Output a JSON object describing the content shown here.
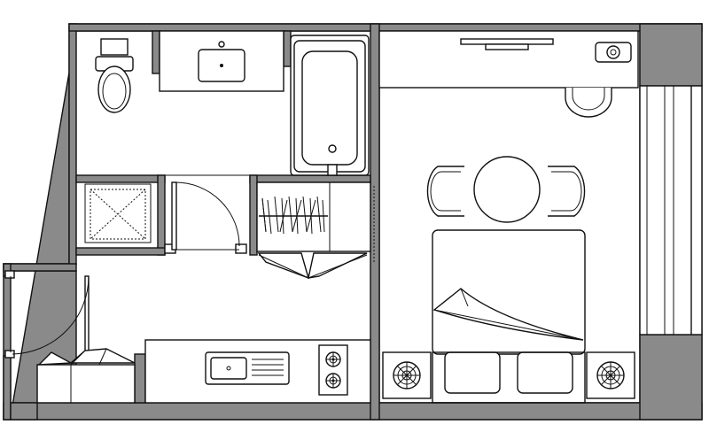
{
  "plan": {
    "colors": {
      "wall": "#8a8a8a",
      "line": "#111111",
      "floor": "#ffffff"
    },
    "spaces": [
      "bathroom",
      "storage-closet",
      "entry-hall",
      "wardrobe",
      "kitchenette",
      "bedroom"
    ],
    "fixtures": [
      "toilet",
      "bathroom-sink",
      "bathtub",
      "floor-cabinet",
      "clothes-rack",
      "entry-door",
      "interior-door",
      "shoe-cabinet",
      "kitchen-sink",
      "cooktop",
      "desk-counter",
      "bedroom-chair",
      "round-table",
      "double-bed",
      "pillows",
      "bedside-lamps",
      "balcony-window"
    ]
  }
}
